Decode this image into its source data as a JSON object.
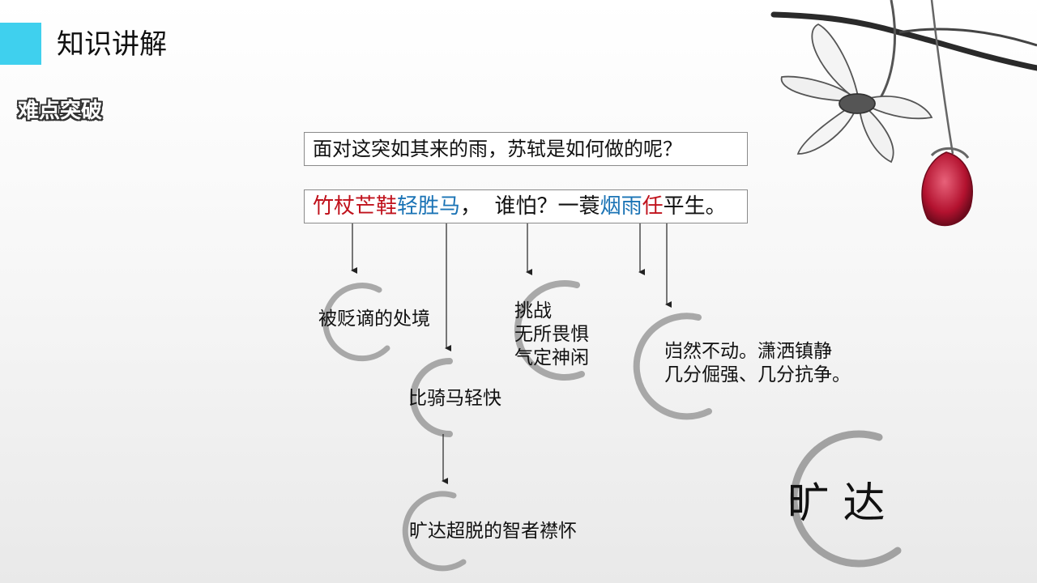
{
  "header": {
    "title": "知识讲解"
  },
  "section": {
    "label": "难点突破"
  },
  "question": {
    "text": "面对这突如其来的雨，苏轼是如何做的呢？"
  },
  "poem": {
    "seg1": "竹杖芒鞋",
    "seg2": "轻胜马",
    "seg3": "，  谁怕？一蓑",
    "seg4": "烟雨",
    "seg5": "任",
    "seg6": "平生。"
  },
  "nodes": {
    "bianzhe": "被贬谪的处境",
    "biqima": "比骑马轻快",
    "tiaozhan": [
      "挑战",
      "无所畏惧",
      "气定神闲"
    ],
    "qiaoran": [
      "岿然不动。潇洒镇静",
      "几分倔强、几分抗争。"
    ],
    "kuangda_desc": "旷达超脱的智者襟怀",
    "kuangda": "旷 达"
  },
  "colors": {
    "accent": "#3fd0ee",
    "highlight_red": "#c0121c",
    "highlight_blue": "#1a73b5"
  }
}
